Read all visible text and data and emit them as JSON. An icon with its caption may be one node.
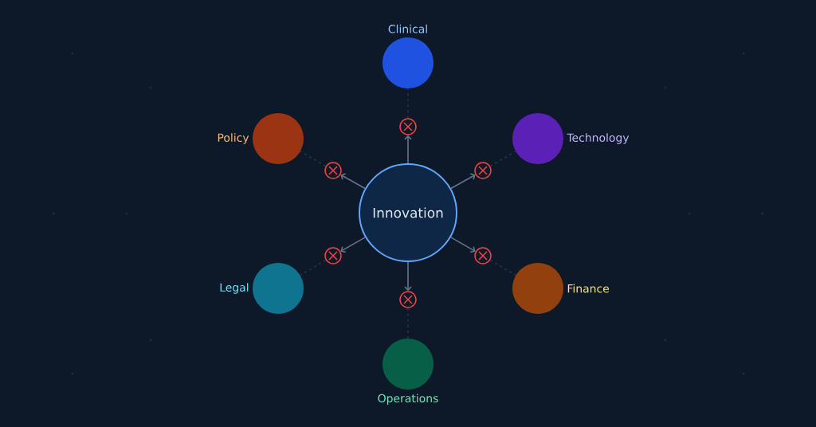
{
  "diagram": {
    "nodes": [
      {
        "text": [
          "Clinical"
        ]
      },
      {
        "text": [],
        "shape": "circle"
      },
      {
        "text": [
          "Policy"
        ]
      },
      {
        "text": [
          "Technology"
        ]
      },
      {
        "text": [],
        "shape": "circle"
      },
      {
        "text": [],
        "shape": "circle"
      },
      {
        "text": [
          "Innovation"
        ]
      },
      {
        "text": [],
        "shape": "circle"
      },
      {
        "text": [],
        "shape": "circle"
      },
      {
        "text": [
          "Legal"
        ]
      },
      {
        "text": [
          "Finance"
        ]
      },
      {
        "text": [],
        "shape": "circle"
      },
      {
        "text": [
          "Operations"
        ]
      }
    ],
    "edges": [
      {
        "from": 6,
        "to": 1,
        "arrow": "to"
      },
      {
        "from": 1,
        "to": 0,
        "arrow": "none",
        "style": "dashed",
        "color": "#2b3a50"
      },
      {
        "from": 6,
        "to": 4,
        "arrow": "to"
      },
      {
        "from": 4,
        "to": 2,
        "arrow": "none",
        "style": "dashed",
        "color": "#2b3a50"
      },
      {
        "from": 6,
        "to": 5,
        "arrow": "to"
      },
      {
        "from": 5,
        "to": 3,
        "arrow": "none",
        "style": "dashed",
        "color": "#2b3a50"
      },
      {
        "from": 6,
        "to": 7,
        "arrow": "to"
      },
      {
        "from": 7,
        "to": 9,
        "arrow": "none",
        "style": "dashed",
        "color": "#2b3a50"
      },
      {
        "from": 6,
        "to": 8,
        "arrow": "to"
      },
      {
        "from": 8,
        "to": 10,
        "arrow": "none",
        "style": "dashed",
        "color": "#2b3a50"
      },
      {
        "from": 6,
        "to": 11,
        "arrow": "to"
      },
      {
        "from": 11,
        "to": 12,
        "arrow": "none",
        "style": "dashed",
        "color": "#2b3a50"
      }
    ]
  }
}
